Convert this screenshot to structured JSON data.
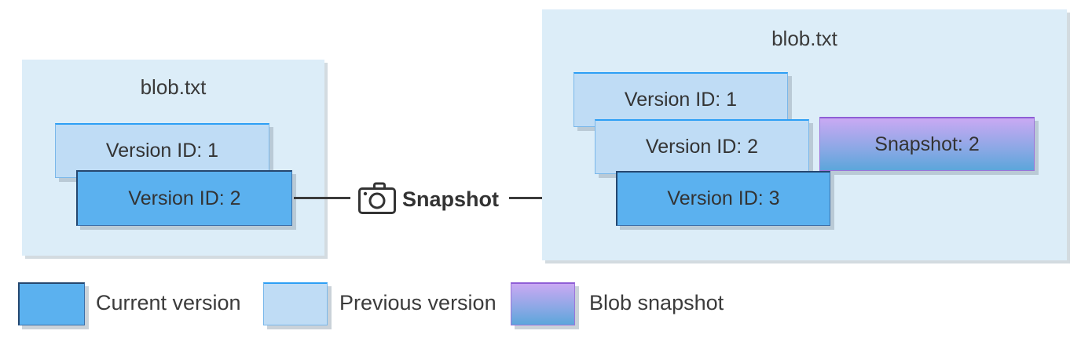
{
  "left_panel": {
    "title": "blob.txt",
    "boxes": [
      {
        "label": "Version ID: 1",
        "type": "previous"
      },
      {
        "label": "Version ID: 2",
        "type": "current"
      }
    ]
  },
  "connector": {
    "label": "Snapshot",
    "icon": "camera-icon"
  },
  "right_panel": {
    "title": "blob.txt",
    "boxes": [
      {
        "label": "Version ID: 1",
        "type": "previous"
      },
      {
        "label": "Version ID: 2",
        "type": "previous"
      },
      {
        "label": "Version ID: 3",
        "type": "current"
      }
    ],
    "snapshot_box": {
      "label": "Snapshot: 2",
      "type": "snapshot"
    }
  },
  "legend": {
    "items": [
      {
        "label": "Current version",
        "type": "current"
      },
      {
        "label": "Previous version",
        "type": "previous"
      },
      {
        "label": "Blob snapshot",
        "type": "snapshot"
      }
    ]
  },
  "colors": {
    "current_version": "#5bb1ef",
    "previous_version": "#bfdcf5",
    "snapshot_gradient_top": "#c9a9f3",
    "snapshot_gradient_bottom": "#5ca6db",
    "panel_background": "#dcedf8",
    "text": "#3b3b3b"
  }
}
